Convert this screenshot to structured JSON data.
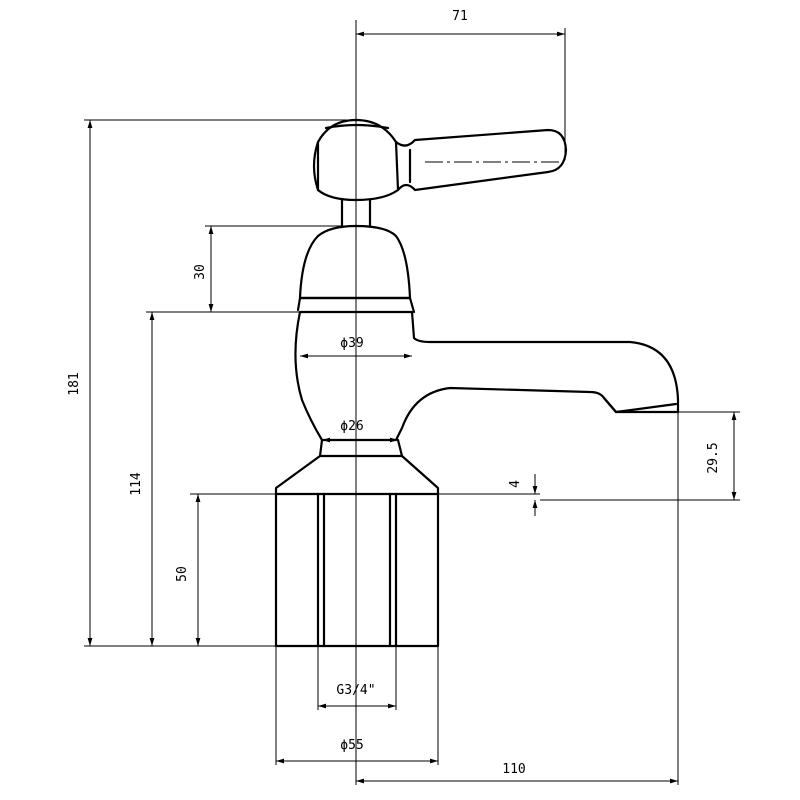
{
  "drawing": {
    "dimensions": {
      "top_width": "71",
      "total_height": "181",
      "body_height": "114",
      "bonnet_height": "30",
      "thread_length": "50",
      "body_diameter": "ϕ39",
      "neck_diameter": "ϕ26",
      "washer_thickness": "4",
      "spout_height": "29.5",
      "thread_size": "G3/4\"",
      "flange_diameter": "ϕ55",
      "spout_projection": "110"
    }
  }
}
